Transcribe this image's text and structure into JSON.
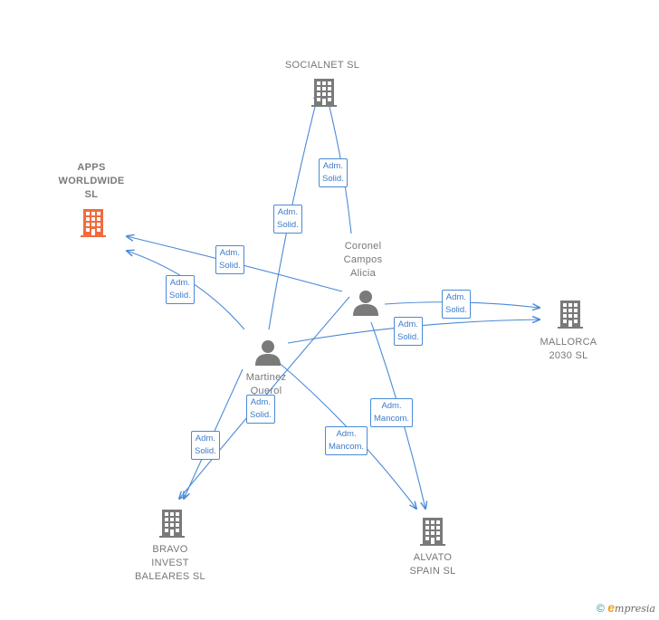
{
  "colors": {
    "edge": "#4a8ad6",
    "building": "#7a7a7a",
    "main_building": "#f26a3d",
    "person": "#7a7a7a"
  },
  "nodes": {
    "apps": {
      "type": "company",
      "main": true,
      "label": "APPS\nWORLDWIDE\nSL",
      "icon": "building-icon"
    },
    "social": {
      "type": "company",
      "label": "SOCIALNET  SL",
      "icon": "building-icon"
    },
    "mallorca": {
      "type": "company",
      "label": "MALLORCA\n2030  SL",
      "icon": "building-icon"
    },
    "bravo": {
      "type": "company",
      "label": "BRAVO\nINVEST\nBALEARES  SL",
      "icon": "building-icon"
    },
    "alvato": {
      "type": "company",
      "label": "ALVATO\nSPAIN SL",
      "icon": "building-icon"
    },
    "coronel": {
      "type": "person",
      "label": "Coronel\nCampos\nAlicia",
      "icon": "person-icon"
    },
    "martinez": {
      "type": "person",
      "label": "Martinez\nQuerol",
      "icon": "person-icon"
    }
  },
  "edges": [
    {
      "from": "coronel",
      "to": "social",
      "label": "Adm.\nSolid."
    },
    {
      "from": "coronel",
      "to": "apps",
      "label": "Adm.\nSolid."
    },
    {
      "from": "coronel",
      "to": "mallorca",
      "label": "Adm.\nSolid."
    },
    {
      "from": "coronel",
      "to": "bravo",
      "label": "Adm.\nSolid."
    },
    {
      "from": "coronel",
      "to": "alvato",
      "label": "Adm.\nMancom."
    },
    {
      "from": "martinez",
      "to": "social",
      "label": "Adm.\nSolid."
    },
    {
      "from": "martinez",
      "to": "apps",
      "label": "Adm.\nSolid."
    },
    {
      "from": "martinez",
      "to": "mallorca",
      "label": "Adm.\nSolid."
    },
    {
      "from": "martinez",
      "to": "bravo",
      "label": "Adm.\nSolid."
    },
    {
      "from": "martinez",
      "to": "alvato",
      "label": "Adm.\nMancom."
    }
  ],
  "footer": {
    "copyright": "©",
    "brand_initial": "e",
    "brand_rest": "mpresia"
  }
}
